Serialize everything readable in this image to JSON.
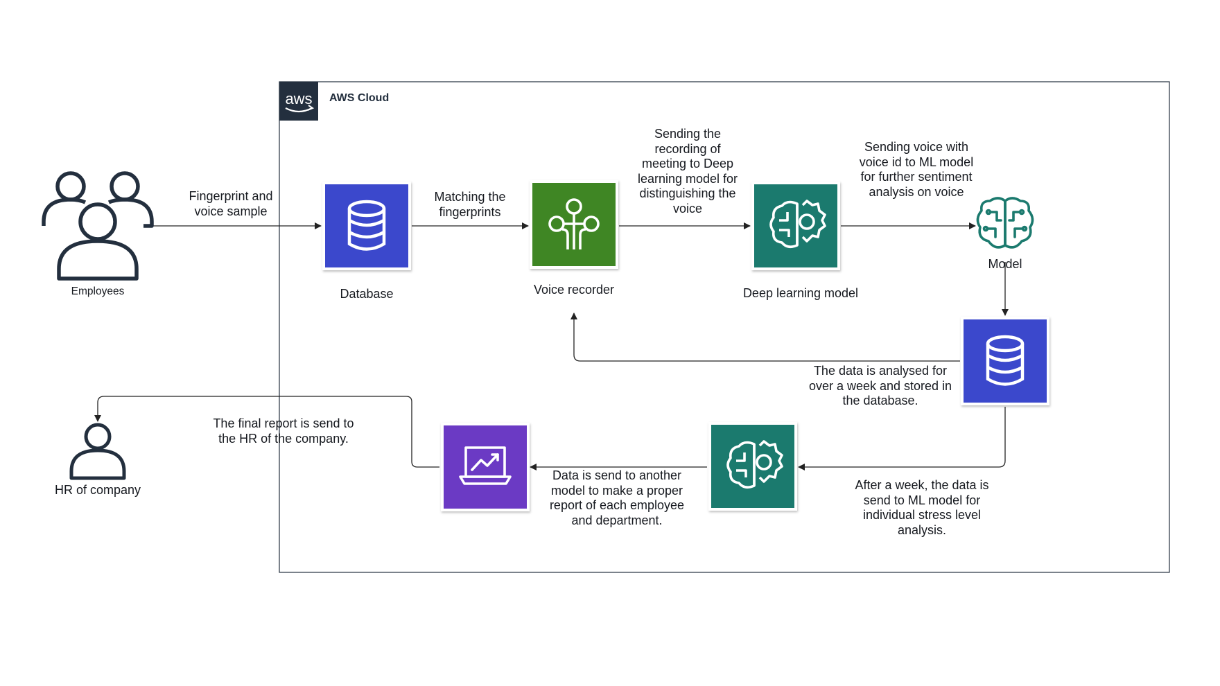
{
  "cloud": {
    "title": "AWS Cloud",
    "logo_text": "aws",
    "border_color": "#232f3e"
  },
  "actors": {
    "employees": "Employees",
    "hr": "HR of company"
  },
  "services": {
    "database_1": "Database",
    "voice_recorder": "Voice recorder",
    "deep_learning_model": "Deep learning model",
    "model": "Model"
  },
  "edge_labels": {
    "fingerprint_voice": "Fingerprint and\nvoice sample",
    "matching": "Matching the\nfingerprints",
    "sending_recording": "Sending the\nrecording of\nmeeting to Deep\nlearning model for\ndistinguishing the\nvoice",
    "sending_voice": "Sending voice with\nvoice id to ML model\nfor further sentiment\nanalysis on voice",
    "data_analysed": "The data is analysed for\nover a week and stored in\nthe database.",
    "after_week": "After a week, the data is\nsend to ML model for\nindividual stress level\nanalysis.",
    "data_send": "Data is send to another\nmodel to make a proper\nreport of each employee\nand department.",
    "final_report": "The final report is send to\nthe HR of the company."
  },
  "colors": {
    "database": "#3b48cc",
    "iot": "#3f8624",
    "ml": "#1b7a6e",
    "analytics": "#6b3ac4",
    "line": "#222222"
  }
}
